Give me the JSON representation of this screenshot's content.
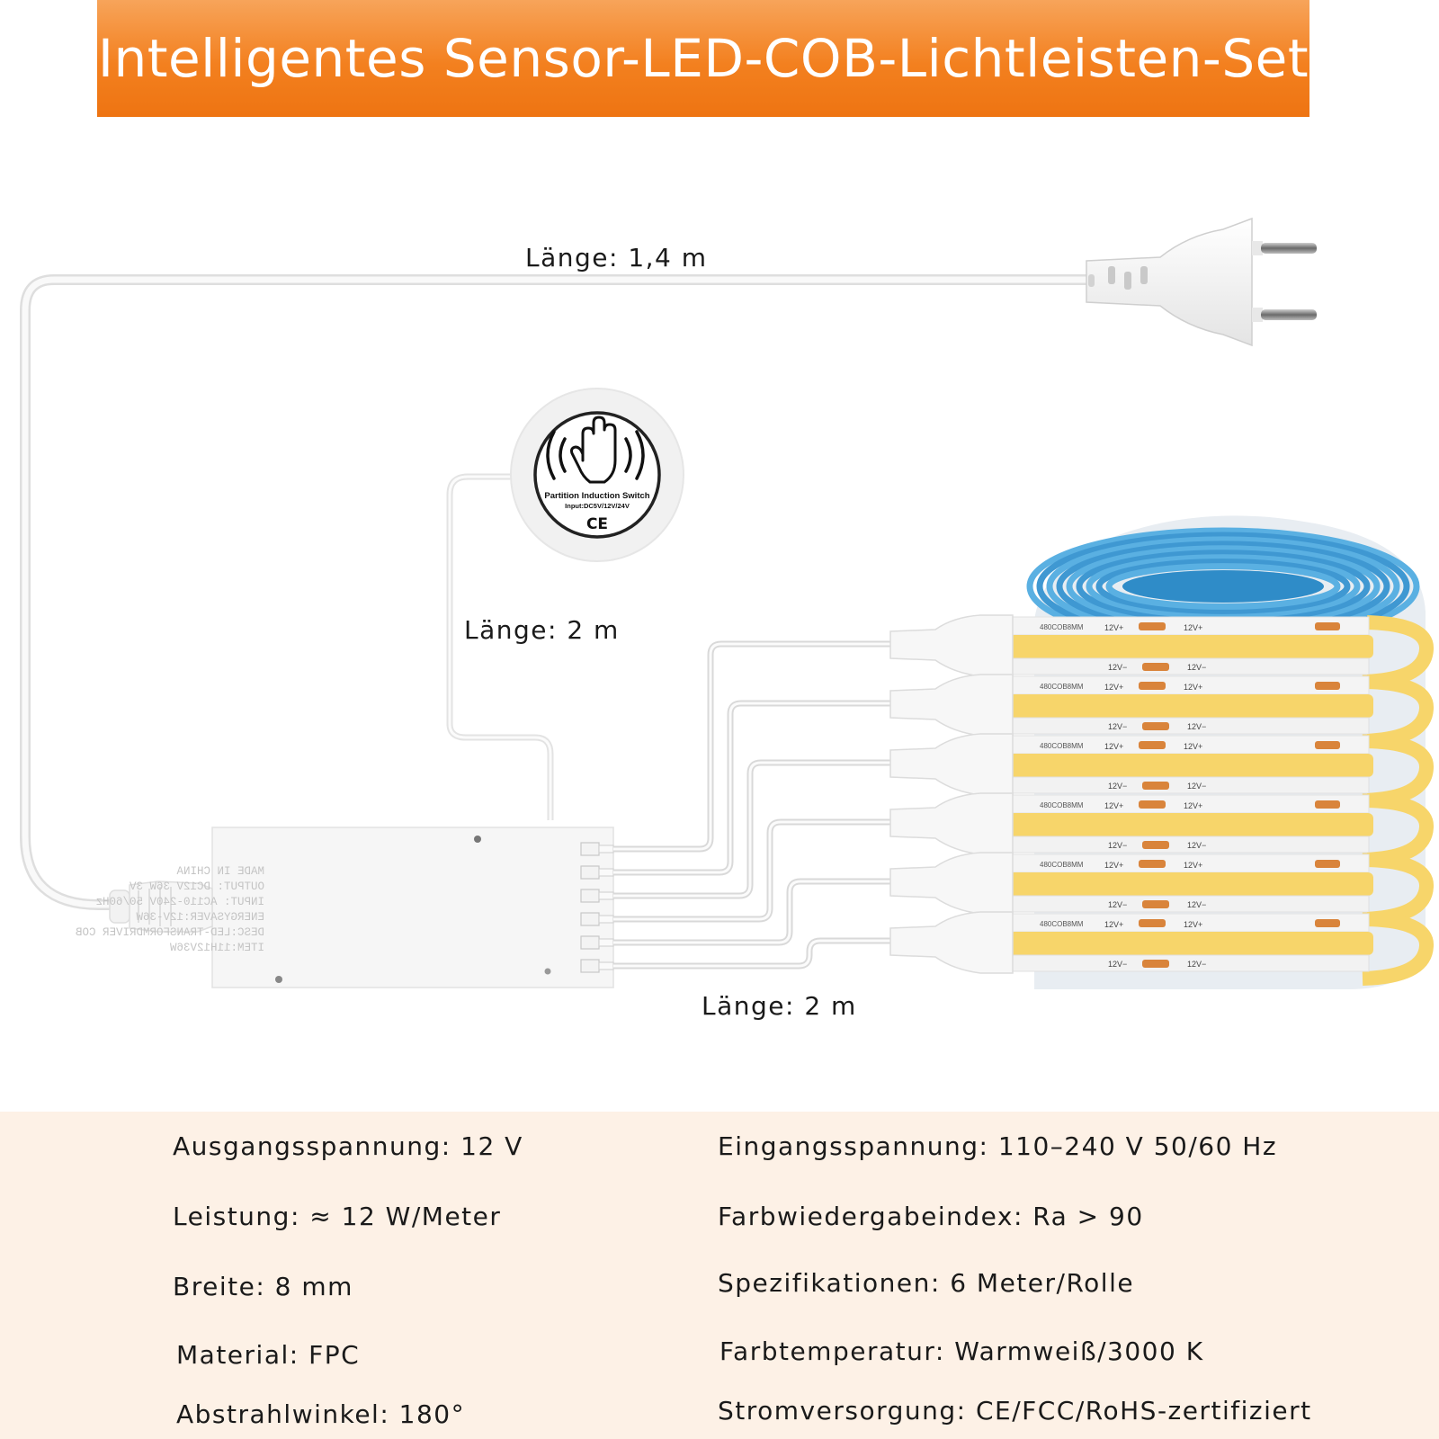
{
  "title": "Intelligentes Sensor-LED-COB-Lichtleisten-Set",
  "lengths": {
    "power_cable": "Länge: 1,4 m",
    "sensor_cable": "Länge: 2 m",
    "strip_cable": "Länge: 2 m"
  },
  "sensor_label": {
    "line1": "Partition Induction Switch",
    "line2": "Input:DC5V/12V/24V",
    "mark": "CE"
  },
  "controller_label": {
    "lines": [
      "MADE IN CHINA",
      "OUTPUT: DC12V 36W 3V",
      "INPUT: AC110-240V 50/60Hz",
      "ENERGYSAVER:12V-36W",
      "DESC:LED-TRANSFORMDRIVER COB",
      "ITEM:11H12V36W"
    ]
  },
  "strip_print": {
    "model": "480COB8MM",
    "plus": "12V+",
    "minus": "12V−"
  },
  "specs": {
    "left": [
      "Ausgangsspannung: 12 V",
      "Leistung: ≈ 12 W/Meter",
      "Breite: 8 mm",
      "Material: FPC",
      "Abstrahlwinkel: 180°"
    ],
    "right": [
      "Eingangsspannung: 110–240 V 50/60 Hz",
      "Farbwiedergabeindex: Ra > 90",
      "Spezifikationen: 6 Meter/Rolle",
      "Farbtemperatur: Warmweiß/3000 K",
      "Stromversorgung: CE/FCC/RoHS-zertifiziert"
    ]
  },
  "colors": {
    "banner": "#f3801f",
    "strip_yellow": "#f7d56a",
    "strip_blue": "#4aa3d8",
    "panel": "#fdf1e6"
  }
}
